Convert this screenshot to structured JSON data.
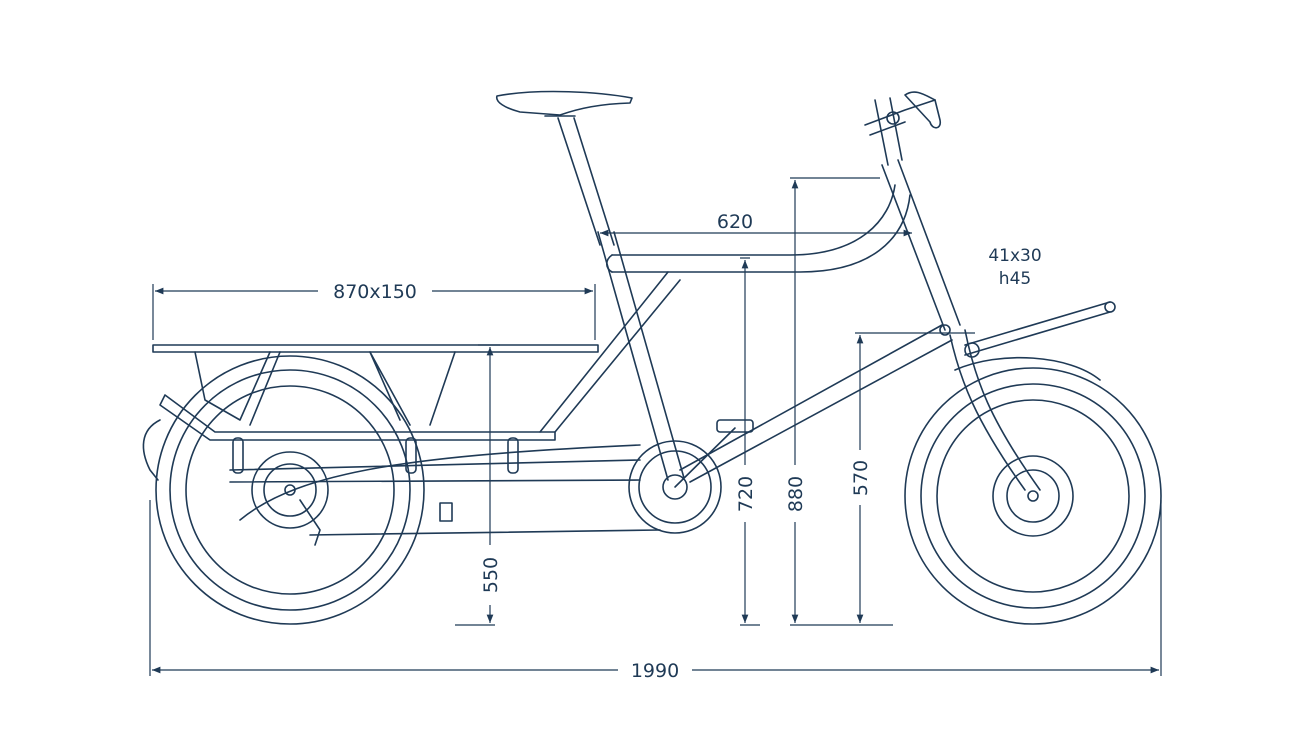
{
  "title": "Cargo bike dimension drawing",
  "colors": {
    "line": "#1f3a56",
    "background": "#ffffff"
  },
  "dimensions": {
    "overall_length": "1990",
    "rack_size": "870x150",
    "top_tube_length": "620",
    "rack_height": "550",
    "top_tube_height": "720",
    "headset_height": "880",
    "front_rack_height": "570",
    "front_rack_mount": "41x30",
    "front_rack_mount_height": "h45"
  }
}
